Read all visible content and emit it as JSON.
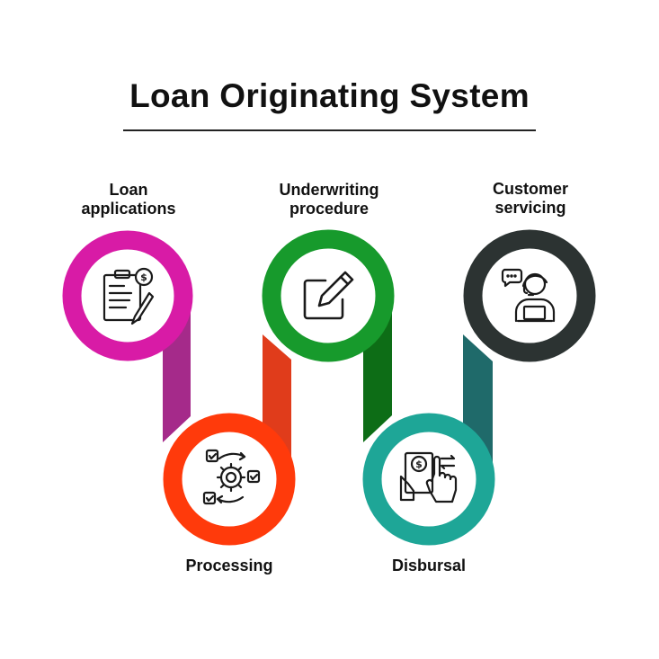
{
  "title": "Loan Originating System",
  "stages": [
    {
      "label_lines": [
        "Loan",
        "applications"
      ],
      "color": "#d81ba6",
      "connector_color": "#a52a8a",
      "icon": "clipboard-dollar-icon"
    },
    {
      "label_lines": [
        "Processing"
      ],
      "color": "#ff3a0b",
      "connector_color": "#e03c1b",
      "icon": "gear-cycle-checklist-icon"
    },
    {
      "label_lines": [
        "Underwriting",
        "procedure"
      ],
      "color": "#179a2c",
      "connector_color": "#0d6d16",
      "icon": "edit-pencil-icon"
    },
    {
      "label_lines": [
        "Disbursal"
      ],
      "color": "#1ea697",
      "connector_color": "#1f6a6a",
      "icon": "hand-tap-money-icon"
    },
    {
      "label_lines": [
        "Customer",
        "servicing"
      ],
      "color": "#2c3332",
      "connector_color": "#2c3332",
      "icon": "customer-support-agent-icon"
    }
  ]
}
